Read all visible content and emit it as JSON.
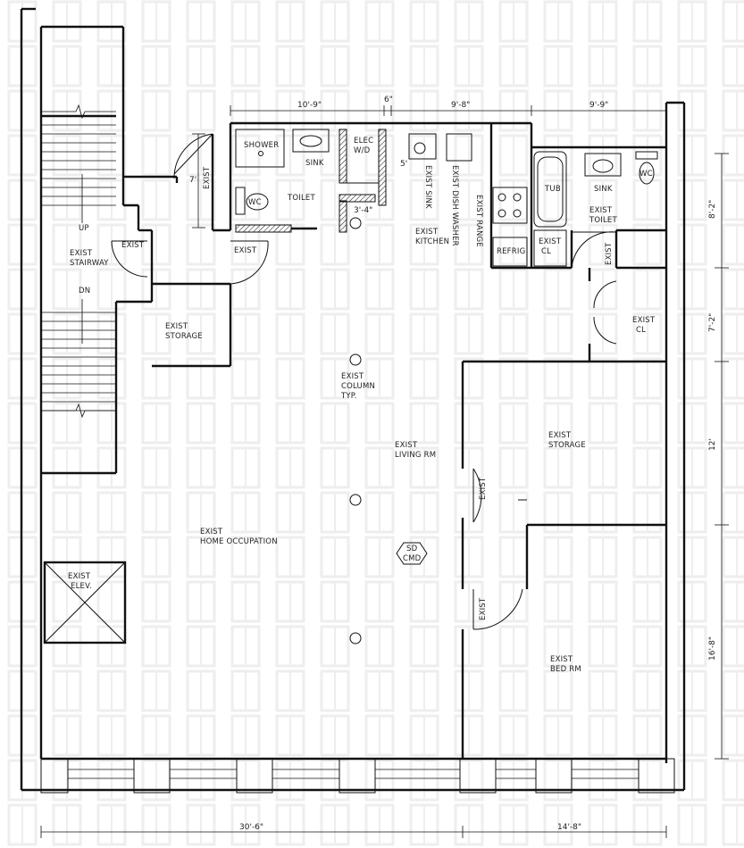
{
  "rooms": {
    "shower": "SHOWER",
    "sink_bath": "SINK",
    "elec": "ELEC",
    "wd": "W/D",
    "exist_sink": "EXIST SINK",
    "exist_dishwasher": "EXIST DISH WASHER",
    "exist_range": "EXIST RANGE",
    "refrig": "REFRIG",
    "tub": "TUB",
    "sink_right": "SINK",
    "wc_left": "WC",
    "wc_right": "WC",
    "toilet": "TOILET",
    "exist_toilet_a": "EXIST",
    "exist_toilet_b": "TOILET",
    "exist_kitchen_a": "EXIST",
    "exist_kitchen_b": "KITCHEN",
    "exist_cl_small_a": "EXIST",
    "exist_cl_small_b": "CL",
    "exist_cl_a": "EXIST",
    "exist_cl_b": "CL",
    "exist_stairway_a": "EXIST",
    "exist_stairway_b": "STAIRWAY",
    "up": "UP",
    "dn": "DN",
    "exist_storage_left_a": "EXIST",
    "exist_storage_left_b": "STORAGE",
    "exist_column_a": "EXIST",
    "exist_column_b": "COLUMN",
    "exist_column_c": "TYP.",
    "exist_living_a": "EXIST",
    "exist_living_b": "LIVING RM",
    "exist_storage_right_a": "EXIST",
    "exist_storage_right_b": "STORAGE",
    "exist_home_a": "EXIST",
    "exist_home_b": "HOME OCCUPATION",
    "exist_elev_a": "EXIST",
    "exist_elev_b": "ELEV.",
    "exist_bed_a": "EXIST",
    "exist_bed_b": "BED RM",
    "sd_a": "SD",
    "sd_b": "CMD"
  },
  "door_labels": {
    "d1": "EXIST",
    "d2": "EXIST",
    "d3": "EXIST",
    "d4": "EXIST",
    "d5": "EXIST",
    "d6": "EXIST"
  },
  "dimensions": {
    "top_1": "10'-9\"",
    "top_gap": "6\"",
    "top_2": "9'-8\"",
    "top_3": "9'-9\"",
    "door_7": "7'",
    "small_5": "5'",
    "small_3_4": "3'-4\"",
    "right_1": "8'-2\"",
    "right_2": "7'-2\"",
    "right_3": "12'",
    "right_4": "16'-8\"",
    "bottom_1": "30'-6\"",
    "bottom_2": "14'-8\""
  }
}
